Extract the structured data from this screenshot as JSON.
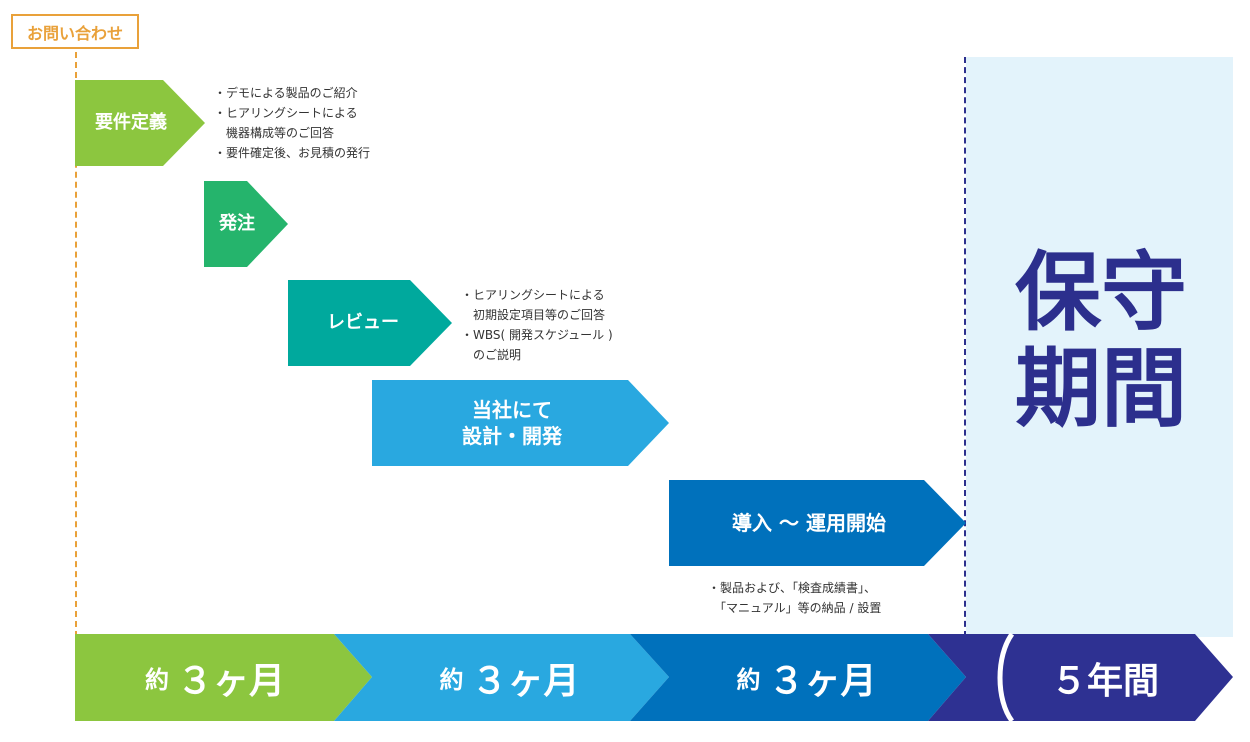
{
  "contact": {
    "label": "お問い合わせ"
  },
  "steps": [
    {
      "line1": "要件定義",
      "line2": ""
    },
    {
      "line1": "発注",
      "line2": ""
    },
    {
      "line1": "レビュー",
      "line2": ""
    },
    {
      "line1": "当社にて",
      "line2": "設計・開発"
    },
    {
      "line1": "導入 ～ 運用開始",
      "line2": ""
    }
  ],
  "notes": {
    "requirements": "・デモによる製品のご紹介\n・ヒアリングシートによる\n　機器構成等のご回答\n・要件確定後、お見積の発行",
    "review": "・ヒアリングシートによる\n　初期設定項目等のご回答\n・WBS( 開発スケジュール )\n　のご説明",
    "deployment": "・製品および、「検査成績書」、\n　「マニュアル」等の納品 / 設置"
  },
  "maintenance": {
    "line1": "保守",
    "line2": "期間"
  },
  "periods": [
    {
      "prefix": "約",
      "value": "３ヶ月"
    },
    {
      "prefix": "約",
      "value": "３ヶ月"
    },
    {
      "prefix": "約",
      "value": "３ヶ月"
    },
    {
      "prefix": "",
      "value": "５年間"
    }
  ],
  "colors": {
    "green": "#8cc63f",
    "green2": "#25b46c",
    "teal": "#00a99d",
    "light_blue": "#29a8e0",
    "blue": "#0071bc",
    "navy": "#2e3192",
    "orange": "#e9a13a",
    "maint_bg": "#e3f3fb"
  }
}
